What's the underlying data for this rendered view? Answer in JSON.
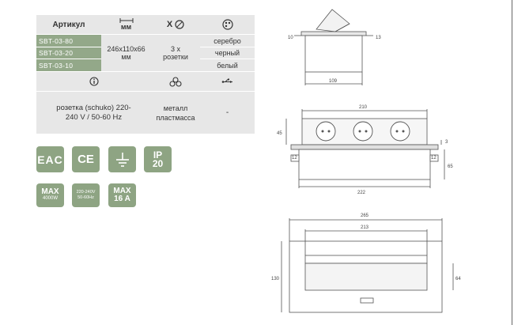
{
  "table": {
    "header": {
      "article": "Артикул",
      "dim_unit": "мм",
      "count_symbol": "X"
    },
    "skus": [
      "SBT-03-80",
      "SBT-03-20",
      "SBT-03-10"
    ],
    "dimensions": "246x110x66 мм",
    "sockets": "3 х розетки",
    "colors": [
      "серебро",
      "черный",
      "белый"
    ],
    "info_row": {
      "socket_type": "розетка (schuko) 220-240 V / 50-60 Hz",
      "material": "металл пластмасса",
      "usb": "-"
    }
  },
  "badges": {
    "eac": "EAC",
    "ce": "CE",
    "ip": [
      "IP",
      "20"
    ],
    "max_power": [
      "MAX",
      "4000W"
    ],
    "voltage": [
      "220-240V",
      "50-60Hz"
    ],
    "max_current": [
      "MAX",
      "16 A"
    ]
  },
  "drawing": {
    "top_view": {
      "left": "10",
      "right": "13",
      "width": "109"
    },
    "front_view": {
      "width": "210",
      "height_left": "45",
      "side": "3",
      "left_ledge": "12",
      "right_ledge": "12",
      "depth": "65",
      "base": "222"
    },
    "bottom_view": {
      "outer": "265",
      "inner": "213",
      "height": "130",
      "opening": "64"
    }
  },
  "colors": {
    "green": "#93a889",
    "grey": "#e7e7e7"
  }
}
